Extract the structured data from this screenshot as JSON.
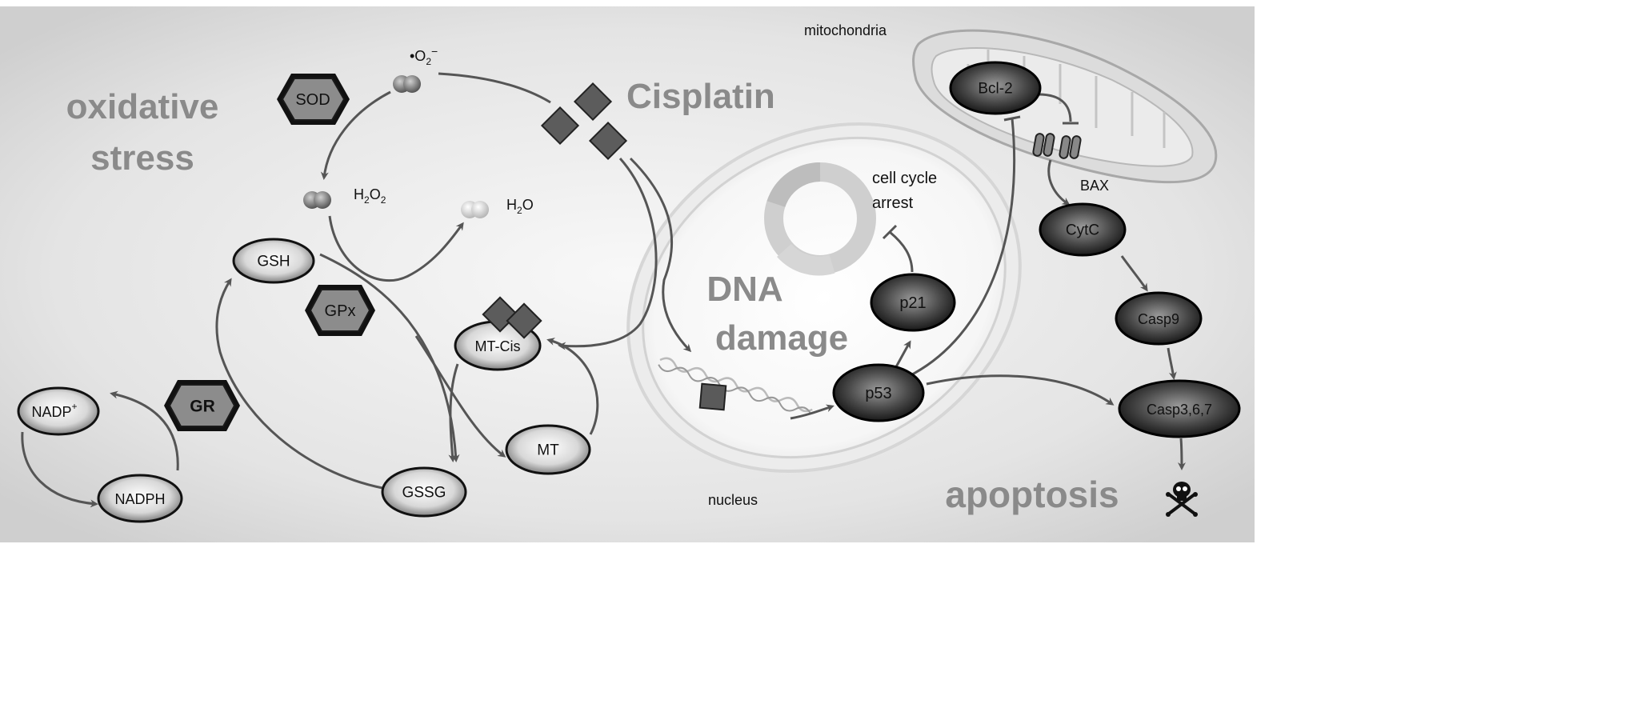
{
  "headings": {
    "oxidative_stress_line1": "oxidative",
    "oxidative_stress_line2": "stress",
    "cisplatin": "Cisplatin",
    "dna_damage_line1": "DNA",
    "dna_damage_line2": "damage",
    "apoptosis": "apoptosis"
  },
  "compartments": {
    "mitochondria": "mitochondria",
    "nucleus": "nucleus"
  },
  "molecules": {
    "superoxide_prefix": "•O",
    "superoxide_sub": "2",
    "superoxide_sup": "−",
    "h2o2_h": "H",
    "h2o2_sub1": "2",
    "h2o2_o": "O",
    "h2o2_sub2": "2",
    "h2o_h": "H",
    "h2o_sub": "2",
    "h2o_o": "O"
  },
  "enzymes": {
    "sod": "SOD",
    "gpx": "GPx",
    "gr": "GR"
  },
  "nodes": {
    "gsh": "GSH",
    "gssg": "GSSG",
    "nadp": "NADP",
    "nadp_sup": "+",
    "nadph": "NADPH",
    "mt_cis": "MT-Cis",
    "mt": "MT",
    "p53": "p53",
    "p21": "p21",
    "bcl2": "Bcl-2",
    "bax": "BAX",
    "cytc": "CytC",
    "casp9": "Casp9",
    "casp367": "Casp3,6,7"
  },
  "cell_cycle": {
    "line1": "cell cycle",
    "line2": "arrest"
  },
  "colors": {
    "heading_gray": "#8a8a8a",
    "dark_node": "#151515",
    "enzyme_fill": "#8c8c8c",
    "arrow": "#555555"
  },
  "icons": {
    "death": "skull-and-crossbones-icon"
  }
}
